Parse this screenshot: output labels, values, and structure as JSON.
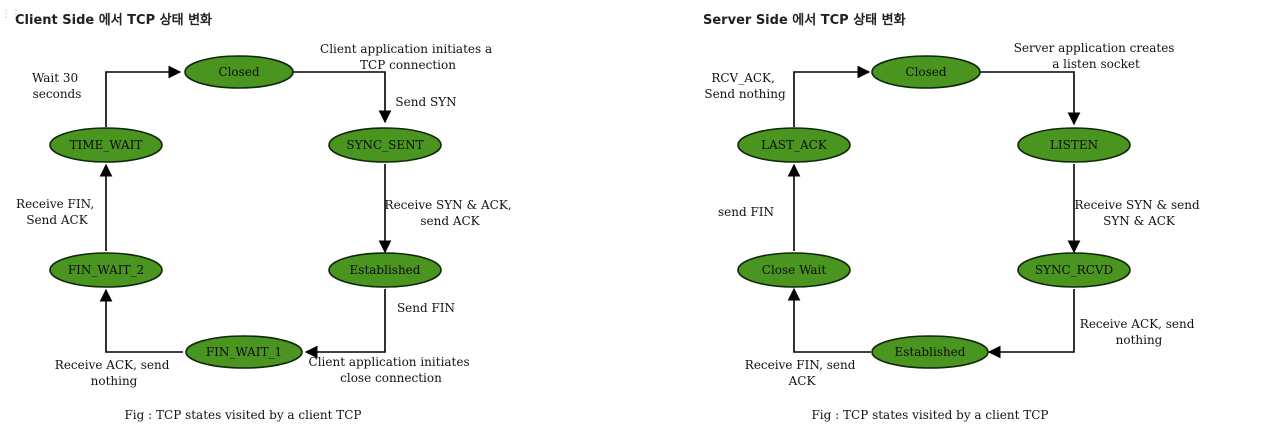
{
  "client": {
    "heading": "Client Side 에서 TCP 상태 변화",
    "states": {
      "closed": "Closed",
      "sync_sent": "SYNC_SENT",
      "established": "Established",
      "fin_wait_1": "FIN_WAIT_1",
      "fin_wait_2": "FIN_WAIT_2",
      "time_wait": "TIME_WAIT"
    },
    "labels": {
      "initiates": [
        "Client application initiates a",
        "TCP connection"
      ],
      "send_syn": [
        "Send SYN"
      ],
      "recv_syn_ack": [
        "Receive SYN & ACK,",
        "send ACK"
      ],
      "send_fin": [
        "Send FIN"
      ],
      "close_conn": [
        "Client application initiates",
        "close connection"
      ],
      "recv_ack": [
        "Receive ACK, send",
        "nothing"
      ],
      "recv_fin": [
        "Receive FIN,",
        "Send ACK"
      ],
      "wait30": [
        "Wait 30",
        "seconds"
      ]
    },
    "caption": "Fig : TCP states visited by a client TCP"
  },
  "server": {
    "heading": "Server Side 에서 TCP 상태 변화",
    "states": {
      "closed": "Closed",
      "listen": "LISTEN",
      "sync_rcvd": "SYNC_RCVD",
      "established": "Established",
      "close_wait": "Close Wait",
      "last_ack": "LAST_ACK"
    },
    "labels": {
      "creates": [
        "Server application creates",
        "a listen socket"
      ],
      "recv_syn": [
        "Receive SYN & send",
        "SYN & ACK"
      ],
      "recv_ack": [
        "Receive ACK, send",
        "nothing"
      ],
      "recv_fin": [
        "Receive FIN, send",
        "ACK"
      ],
      "send_fin": [
        "send FIN"
      ],
      "rcv_ack": [
        "RCV_ACK,",
        "Send nothing"
      ]
    },
    "caption": "Fig : TCP states visited by a client TCP"
  }
}
